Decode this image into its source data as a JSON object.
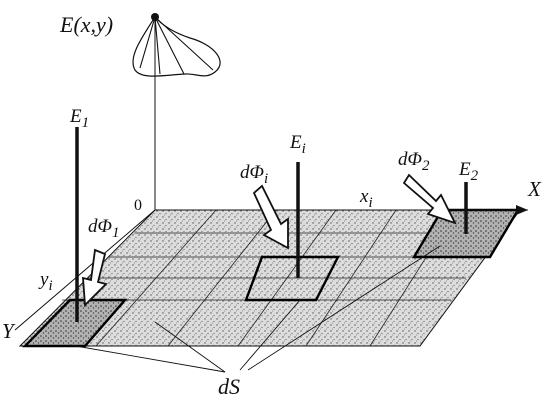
{
  "labels": {
    "func": "E(x,y)",
    "origin": "0",
    "axis_x": "X",
    "axis_y": "Y",
    "xi": "x",
    "xi_sub": "i",
    "yi": "y",
    "yi_sub": "i",
    "dS": "dS",
    "E1": "E",
    "E1_sub": "1",
    "Ei": "E",
    "Ei_sub": "i",
    "E2": "E",
    "E2_sub": "2",
    "dPhi1": "dΦ",
    "dPhi1_sub": "1",
    "dPhii": "dΦ",
    "dPhii_sub": "i",
    "dPhi2": "dΦ",
    "dPhi2_sub": "2"
  },
  "colors": {
    "ink": "#111111",
    "plane_fill": "#d6d6d6",
    "cell_fill": "#a9a9a9",
    "arrow_fill": "#ffffff"
  }
}
